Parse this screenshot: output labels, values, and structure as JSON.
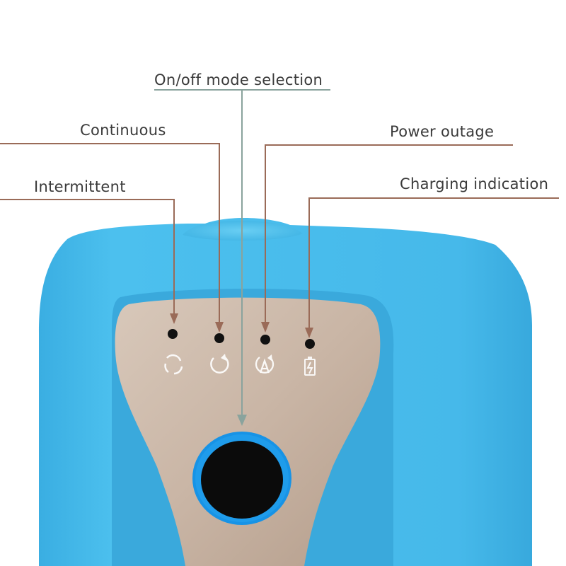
{
  "labels": {
    "on_off_mode_selection": "On/off mode selection",
    "continuous": "Continuous",
    "power_outage": "Power outage",
    "intermittent": "Intermittent",
    "charging_indication": "Charging indication"
  },
  "colors": {
    "device_body": "#45b7e6",
    "device_body_shadow": "#2f9fd3",
    "control_panel": "#c7b3a3",
    "leader_line_brown": "#9a6b58",
    "leader_line_gray": "#8aa39d",
    "indicator_dot": "#111111",
    "button_ring": "#1793e6",
    "button_center": "#0b0b0b"
  },
  "icons": [
    "intermittent-mode-icon",
    "continuous-mode-icon",
    "auto-mode-icon",
    "battery-charging-icon"
  ]
}
